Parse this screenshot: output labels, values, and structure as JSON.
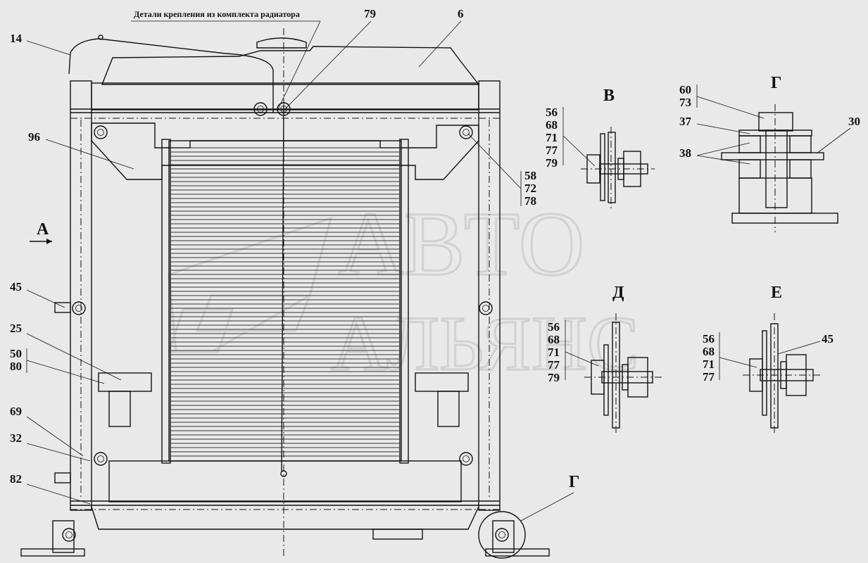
{
  "note": "Детали крепления из комплекта радиатора",
  "watermark": {
    "line1": "АВТО",
    "line2": "АЛЬЯНС"
  },
  "callouts": {
    "c14": "14",
    "c79": "79",
    "c6": "6",
    "c96": "96",
    "c58": "58",
    "c72": "72",
    "c78": "78",
    "cA": "А",
    "c45": "45",
    "c25": "25",
    "c50": "50",
    "c80": "80",
    "c69": "69",
    "c32": "32",
    "c82": "82",
    "cG_main": "Г"
  },
  "views": {
    "V": {
      "title": "В",
      "items": [
        "56",
        "68",
        "71",
        "77",
        "79"
      ]
    },
    "G": {
      "title": "Г",
      "top": [
        "60",
        "73"
      ],
      "c37": "37",
      "c38": "38",
      "c30": "30"
    },
    "D": {
      "title": "Д",
      "items": [
        "56",
        "68",
        "71",
        "77",
        "79"
      ]
    },
    "E": {
      "title": "Е",
      "items": [
        "56",
        "68",
        "71",
        "77"
      ],
      "c45": "45"
    }
  }
}
